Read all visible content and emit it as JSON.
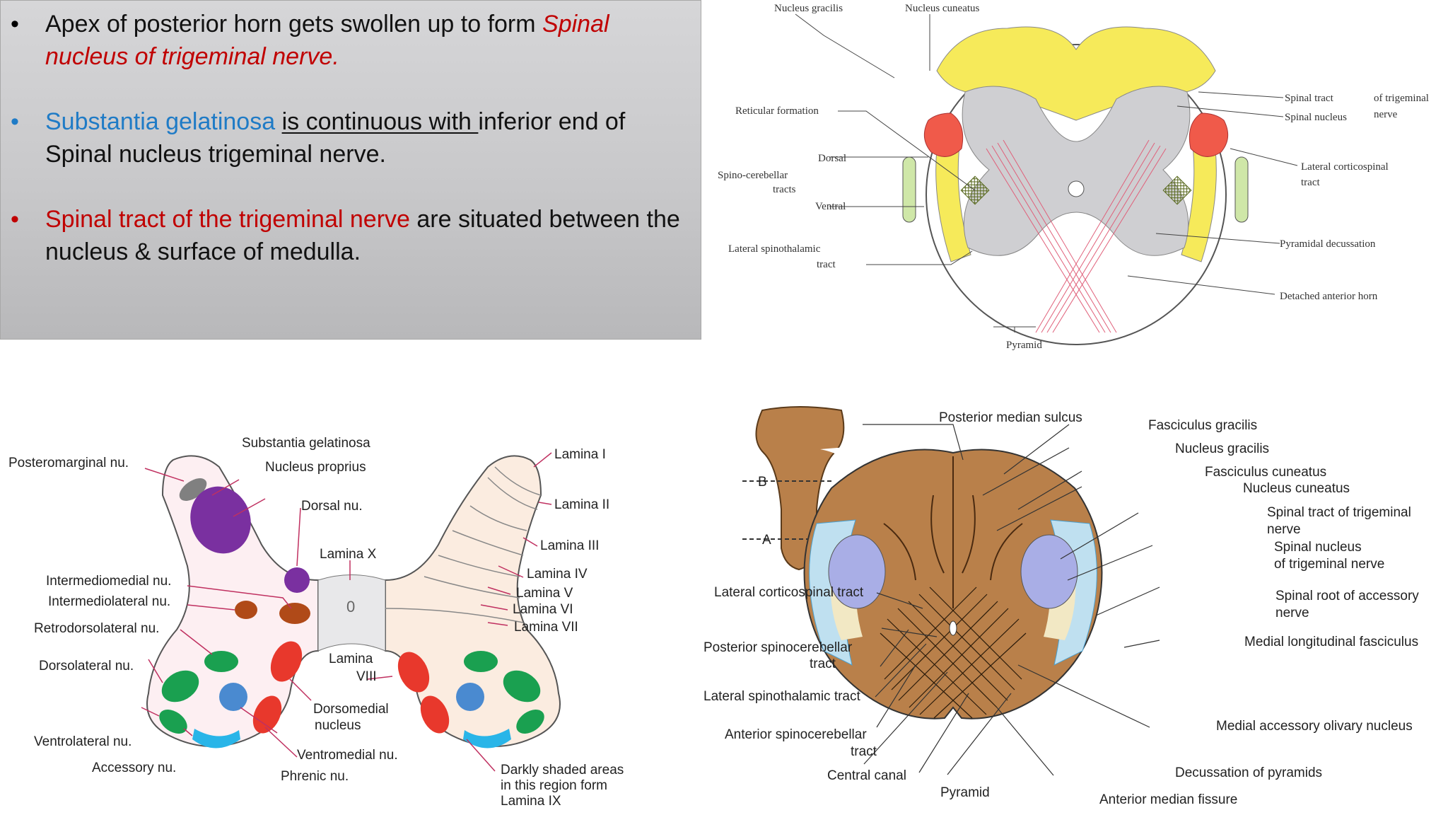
{
  "slide": {
    "bullets": [
      {
        "marker": "•",
        "parts": [
          {
            "text": "Apex of posterior horn gets swollen up to form  ",
            "style": "plain"
          },
          {
            "text": "Spinal nucleus of  trigeminal nerve.",
            "style": "red-italic"
          }
        ]
      },
      {
        "marker": "•",
        "parts": [
          {
            "text": "Substantia gelatinosa",
            "style": "blue"
          },
          {
            "text": " ",
            "style": "plain"
          },
          {
            "text": "is continuous with ",
            "style": "underline"
          },
          {
            "text": "inferior end of Spinal nucleus trigeminal nerve.",
            "style": "plain"
          }
        ]
      },
      {
        "marker": "•",
        "parts": [
          {
            "text": "Spinal tract of the trigeminal nerve",
            "style": "red"
          },
          {
            "text": " are situated between the nucleus & surface of  medulla.",
            "style": "plain"
          }
        ]
      }
    ]
  },
  "diagram_medulla_section": {
    "labels": {
      "nucleus_gracilis": "Nucleus gracilis",
      "nucleus_cuneatus": "Nucleus cuneatus",
      "reticular_formation": "Reticular formation",
      "dorsal": "Dorsal",
      "spino_cerebellar_1": "Spino-cerebellar",
      "spino_cerebellar_2": "tracts",
      "ventral": "Ventral",
      "lat_spinothalamic_1": "Lateral spinothalamic",
      "lat_spinothalamic_2": "tract",
      "spinal_tract": "Spinal tract",
      "spinal_nucleus": "Spinal nucleus",
      "of_trigeminal_1": "of trigeminal",
      "of_trigeminal_2": "nerve",
      "lat_corticospinal_1": "Lateral corticospinal",
      "lat_corticospinal_2": "tract",
      "pyramidal_decussation": "Pyramidal decussation",
      "detached_anterior_horn": "Detached anterior horn",
      "pyramid": "Pyramid"
    },
    "colors": {
      "yellow": "#f6ea5a",
      "red": "#f05a4a",
      "grey": "#cfcfd2",
      "green": "#cfe7a8"
    }
  },
  "diagram_spinal_laminae": {
    "labels": {
      "substantia_gelatinosa": "Substantia gelatinosa",
      "posteromarginal": "Posteromarginal nu.",
      "nucleus_proprius": "Nucleus proprius",
      "dorsal_nu": "Dorsal nu.",
      "lamina_x": "Lamina X",
      "intermediomedial": "Intermediomedial nu.",
      "intermediolateral": "Intermediolateral nu.",
      "retrodorsolateral": "Retrodorsolateral nu.",
      "dorsolateral": "Dorsolateral nu.",
      "ventrolateral": "Ventrolateral nu.",
      "accessory": "Accessory nu.",
      "phrenic": "Phrenic nu.",
      "ventromedial": "Ventromedial nu.",
      "dorsomedial_1": "Dorsomedial",
      "dorsomedial_2": "nucleus",
      "lamina_viii_1": "Lamina",
      "lamina_viii_2": "VIII",
      "lamina_i": "Lamina I",
      "lamina_ii": "Lamina II",
      "lamina_iii": "Lamina III",
      "lamina_iv": "Lamina IV",
      "lamina_v": "Lamina V",
      "lamina_vi": "Lamina VI",
      "lamina_vii": "Lamina VII",
      "darkly_1": "Darkly shaded areas",
      "darkly_2": "in this region form",
      "darkly_3": "Lamina IX",
      "canal_mark": "0"
    },
    "colors": {
      "purple": "#7a30a0",
      "brown": "#b04a18",
      "green": "#1aa050",
      "red": "#e8382c",
      "blue": "#4a8ad0",
      "cyan": "#29b5e8"
    }
  },
  "diagram_medulla_decussation": {
    "labels": {
      "posterior_median_sulcus": "Posterior median sulcus",
      "fasciculus_gracilis": "Fasciculus gracilis",
      "nucleus_gracilis": "Nucleus gracilis",
      "fasciculus_cuneatus": "Fasciculus cuneatus",
      "nucleus_cuneatus": "Nucleus cuneatus",
      "spinal_tract_trig_1": "Spinal tract of trigeminal",
      "spinal_tract_trig_2": "nerve",
      "spinal_nucleus_1": "Spinal nucleus",
      "spinal_nucleus_2": "of trigeminal nerve",
      "spinal_root_acc_1": "Spinal root of accessory",
      "spinal_root_acc_2": "nerve",
      "medial_longitudinal": "Medial longitudinal fasciculus",
      "medial_accessory_olivary": "Medial accessory olivary nucleus",
      "decussation_pyramids": "Decussation of pyramids",
      "anterior_median_fissure": "Anterior median fissure",
      "pyramid": "Pyramid",
      "central_canal": "Central canal",
      "anterior_spinocerebellar_1": "Anterior spinocerebellar",
      "anterior_spinocerebellar_2": "tract",
      "lateral_spinothalamic": "Lateral spinothalamic tract",
      "posterior_spinocerebellar_1": "Posterior spinocerebellar",
      "posterior_spinocerebellar_2": "tract",
      "lateral_corticospinal": "Lateral corticospinal tract",
      "level_b": "B",
      "level_a": "A"
    },
    "colors": {
      "tan": "#b9804a",
      "lavender": "#a9aee6",
      "lightblue": "#bfe0f0",
      "cream": "#f2e8c4"
    }
  }
}
